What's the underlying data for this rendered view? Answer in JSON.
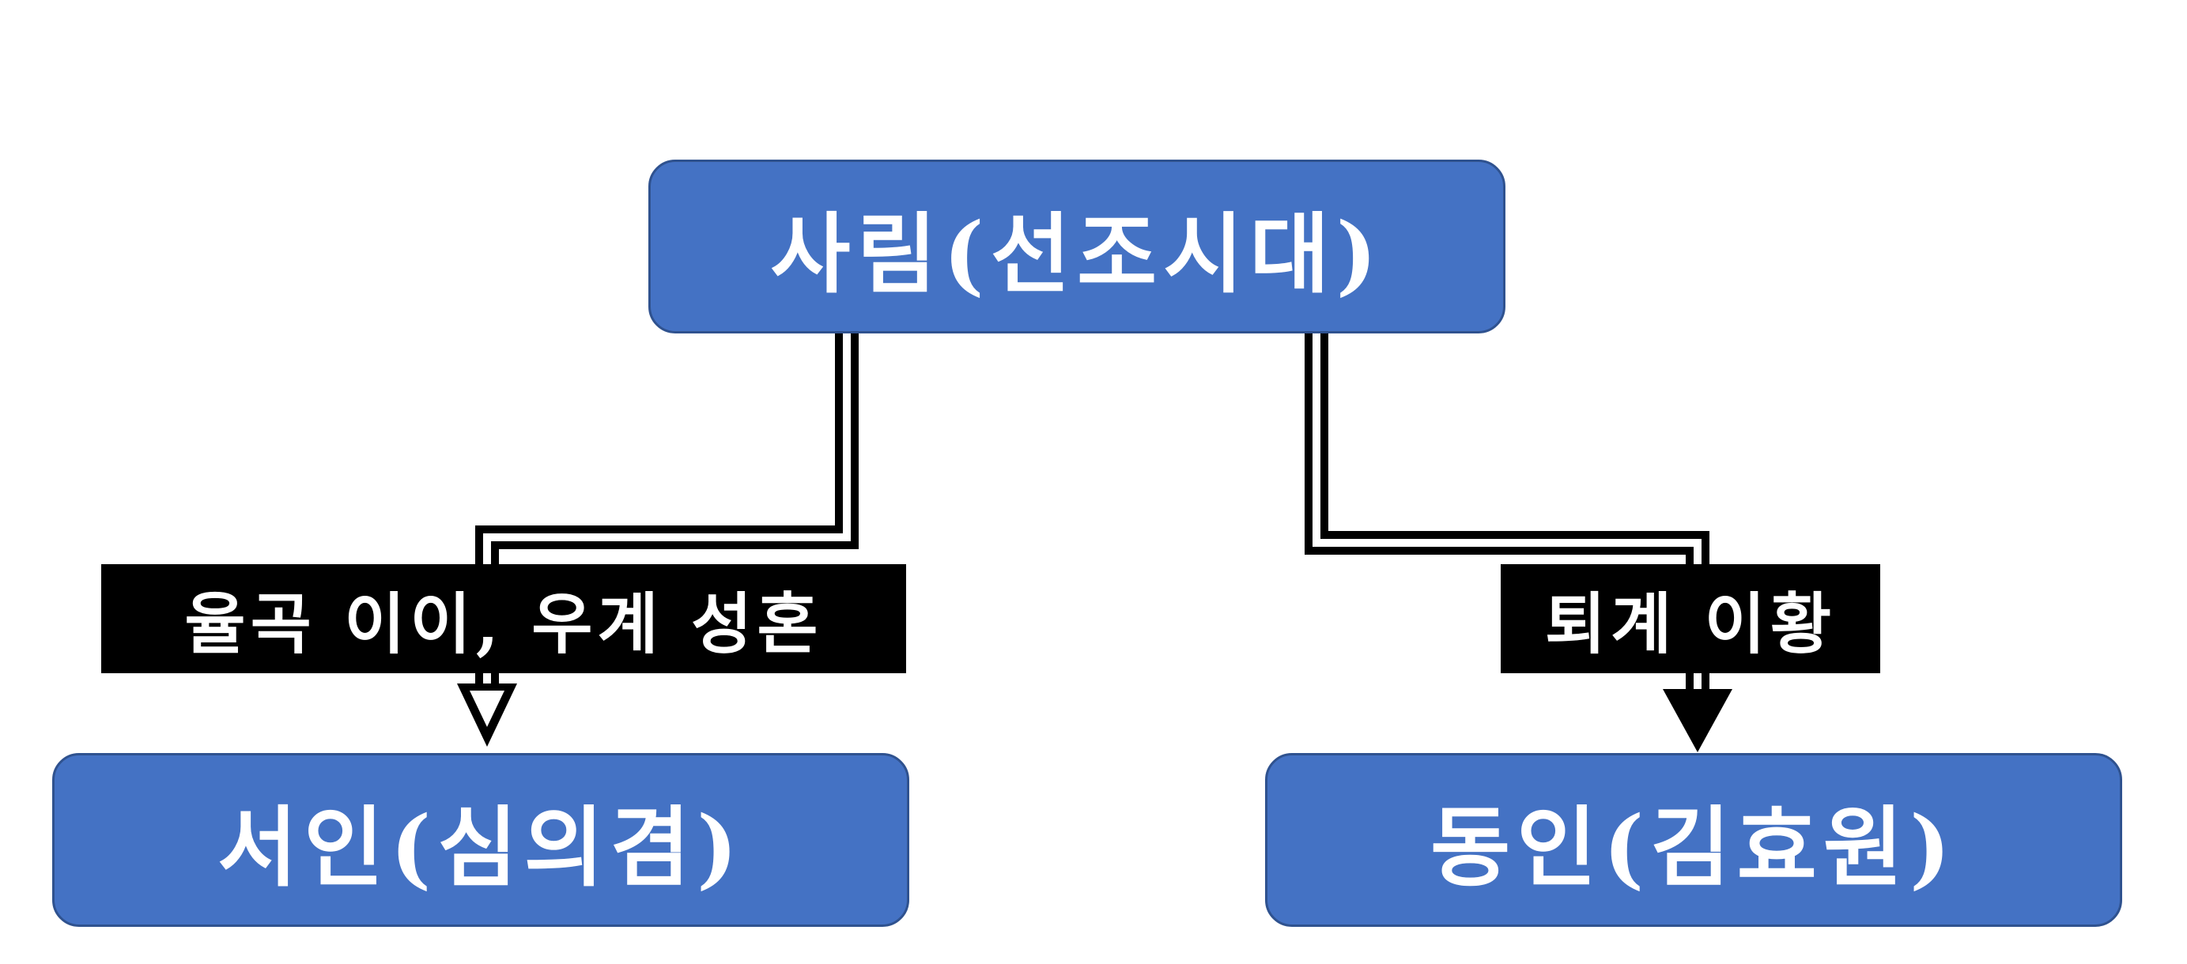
{
  "diagram": {
    "root": {
      "label": "사림(선조시대)"
    },
    "left_child": {
      "label": "서인(심의겸)"
    },
    "right_child": {
      "label": "동인(김효원)"
    },
    "left_edge_label": "율곡 이이, 우계 성혼",
    "right_edge_label": "퇴계 이황"
  },
  "colors": {
    "node_fill": "#4472c4",
    "node_border": "#2f528f",
    "node_text": "#ffffff",
    "connector": "#000000",
    "edge_label_fill": "#000000",
    "edge_label_text": "#ffffff",
    "background": "#ffffff"
  }
}
